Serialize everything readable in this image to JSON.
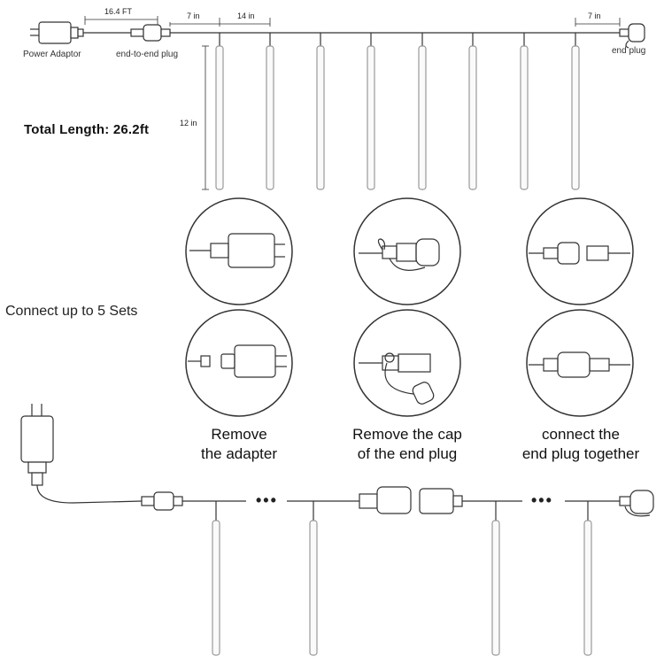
{
  "top": {
    "power_adaptor": "Power Adaptor",
    "cable_length": "16.4 FT",
    "end_to_end_plug": "end-to-end plug",
    "end_plug": "end plug",
    "spacing_first": "7 in",
    "spacing_between": "14 in",
    "spacing_last": "7 in",
    "tube_length": "12 in",
    "total_length": "Total Length: 26.2ft"
  },
  "steps": {
    "heading": "Connect up to 5 Sets",
    "items": [
      {
        "line1": "Remove",
        "line2": "the adapter"
      },
      {
        "line1": "Remove the cap",
        "line2": "of the end plug"
      },
      {
        "line1": "connect the",
        "line2": "end plug together"
      }
    ]
  },
  "bottom": {
    "ellipsis_1": "•••",
    "ellipsis_2": "•••"
  },
  "colors": {
    "line": "#333333",
    "tube_stroke": "#999999",
    "tube_fill": "#fafafa"
  }
}
